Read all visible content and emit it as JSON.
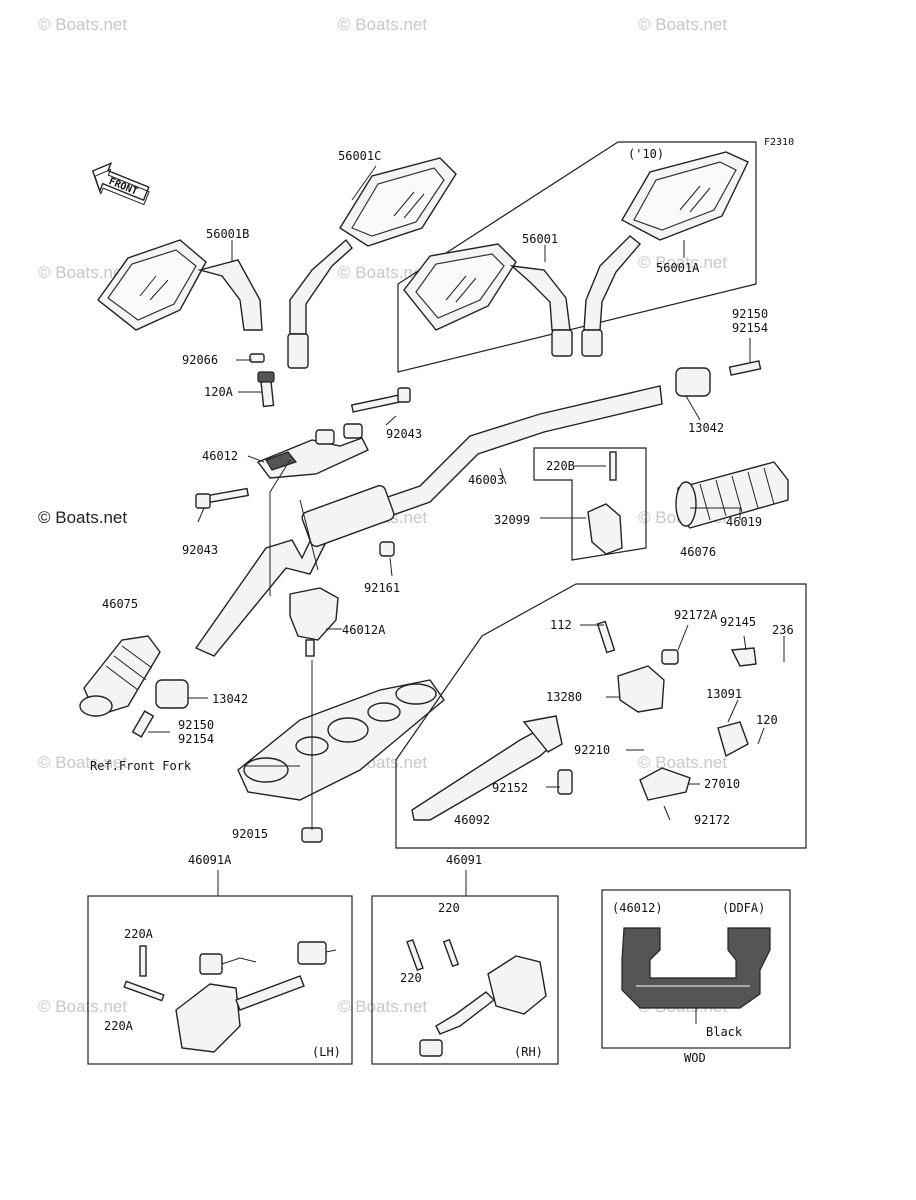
{
  "watermarks": [
    "© Boats.net",
    "© Boats.net",
    "© Boats.net",
    "© Boats.net",
    "© Boats.net",
    "© Boats.net",
    "© Boats.net",
    "© Boats.net",
    "© Boats.net",
    "© Boats.net",
    "© Boats.net",
    "© Boats.net",
    "© Boats.net",
    "© Boats.net",
    "© Boats.net"
  ],
  "header": {
    "figure_code": "F2310",
    "front_arrow": "FRONT",
    "variant_10": "('10)"
  },
  "labels": {
    "p56001C": "56001C",
    "p56001B": "56001B",
    "p56001": "56001",
    "p56001A": "56001A",
    "p92150_top": "92150",
    "p92154_top": "92154",
    "p92066": "92066",
    "p120A": "120A",
    "p92043_right": "92043",
    "p13042_top": "13042",
    "p46012": "46012",
    "p46003": "46003",
    "p220B": "220B",
    "p32099": "32099",
    "p46019": "46019",
    "p92043_left": "92043",
    "p92161": "92161",
    "p46076": "46076",
    "p46075": "46075",
    "p46012A": "46012A",
    "p112": "112",
    "p92172A": "92172A",
    "p92145": "92145",
    "p236": "236",
    "p13042_left": "13042",
    "p13280": "13280",
    "p13091": "13091",
    "p92150_left": "92150",
    "p92154_left": "92154",
    "p120": "120",
    "p92210": "92210",
    "ref_front_fork": "Ref.Front Fork",
    "p27010": "27010",
    "p92152": "92152",
    "p46092": "46092",
    "p92172": "92172",
    "p92015": "92015"
  },
  "bottom": {
    "p46091A": "46091A",
    "p46091": "46091",
    "p220A_a": "220A",
    "p220A_b": "220A",
    "p220_a": "220",
    "p220_b": "220",
    "lh": "(LH)",
    "rh": "(RH)",
    "inset_left": "(46012)",
    "inset_right": "(DDFA)",
    "inset_color": "Black",
    "inset_caption": "WOD"
  }
}
